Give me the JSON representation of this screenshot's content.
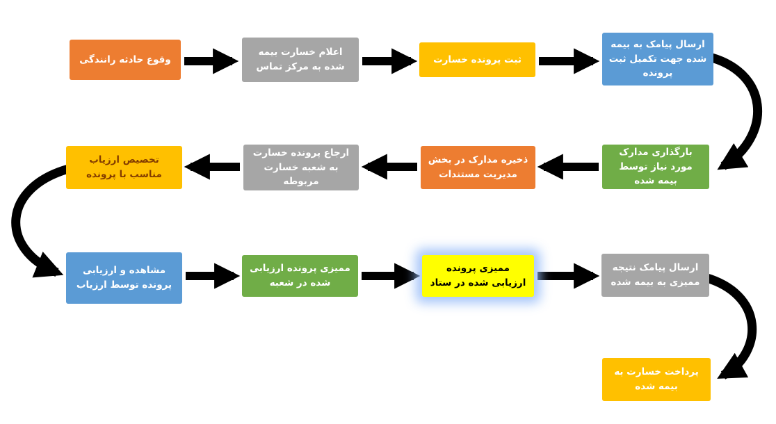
{
  "diagram": {
    "language": "fa",
    "direction": "rtl",
    "arrow_color": "#000000",
    "highlight_glow_color": "#98BCF8",
    "palette": {
      "orange": "#ED7D31",
      "gray": "#A6A6A6",
      "amber": "#FFC000",
      "blue": "#5B9BD5",
      "green": "#70AD47",
      "highlight_yellow": "#FFFF00"
    },
    "boxes": [
      {
        "label": "وقوع حادثه رانندگی",
        "fill": "#ED7D31",
        "text_color": "#FFFFFF"
      },
      {
        "label": "اعلام خسارت بیمه شده به مرکز تماس",
        "fill": "#A6A6A6",
        "text_color": "#FFFFFF"
      },
      {
        "label": "ثبت پرونده خسارت",
        "fill": "#FFC000",
        "text_color": "#FFFFFF"
      },
      {
        "label": "ارسال پیامک به بیمه شده جهت تکمیل ثبت پرونده",
        "fill": "#5B9BD5",
        "text_color": "#FFFFFF"
      },
      {
        "label": "بارگذاری مدارک مورد نیاز توسط بیمه شده",
        "fill": "#70AD47",
        "text_color": "#FFFFFF"
      },
      {
        "label": "ذخیره مدارک در بخش مدیریت مستندات",
        "fill": "#ED7D31",
        "text_color": "#FFFFFF"
      },
      {
        "label": "ارجاع پرونده خسارت به شعبه خسارت مربوطه",
        "fill": "#A6A6A6",
        "text_color": "#FFFFFF"
      },
      {
        "label": "تخصیص ارزیاب مناسب با پرونده",
        "fill": "#FFC000",
        "text_color": "#833C00"
      },
      {
        "label": "مشاهده و ارزیابی پرونده توسط ارزیاب",
        "fill": "#5B9BD5",
        "text_color": "#FFFFFF"
      },
      {
        "label": "ممیزی پرونده ارزیابی شده در شعبه",
        "fill": "#70AD47",
        "text_color": "#FFFFFF"
      },
      {
        "label": "ممیزی پرونده ارزیابی شده در ستاد",
        "fill": "#FFFF00",
        "text_color": "#000000",
        "highlighted": true
      },
      {
        "label": "ارسال پیامک نتیجه ممیزی به بیمه شده",
        "fill": "#A6A6A6",
        "text_color": "#FFFFFF"
      },
      {
        "label": "پرداخت خسارت به بیمه شده",
        "fill": "#FFC000",
        "text_color": "#FFFFFF"
      }
    ],
    "flow_order": [
      "وقوع حادثه رانندگی",
      "اعلام خسارت بیمه شده به مرکز تماس",
      "ثبت پرونده خسارت",
      "ارسال پیامک به بیمه شده جهت تکمیل ثبت پرونده",
      "بارگذاری مدارک مورد نیاز توسط بیمه شده",
      "ذخیره مدارک در بخش مدیریت مستندات",
      "ارجاع پرونده خسارت به شعبه خسارت مربوطه",
      "تخصیص ارزیاب مناسب با پرونده",
      "مشاهده و ارزیابی پرونده توسط ارزیاب",
      "ممیزی پرونده ارزیابی شده در شعبه",
      "ممیزی پرونده ارزیابی شده در ستاد",
      "ارسال پیامک نتیجه ممیزی به بیمه شده",
      "پرداخت خسارت به بیمه شده"
    ]
  }
}
